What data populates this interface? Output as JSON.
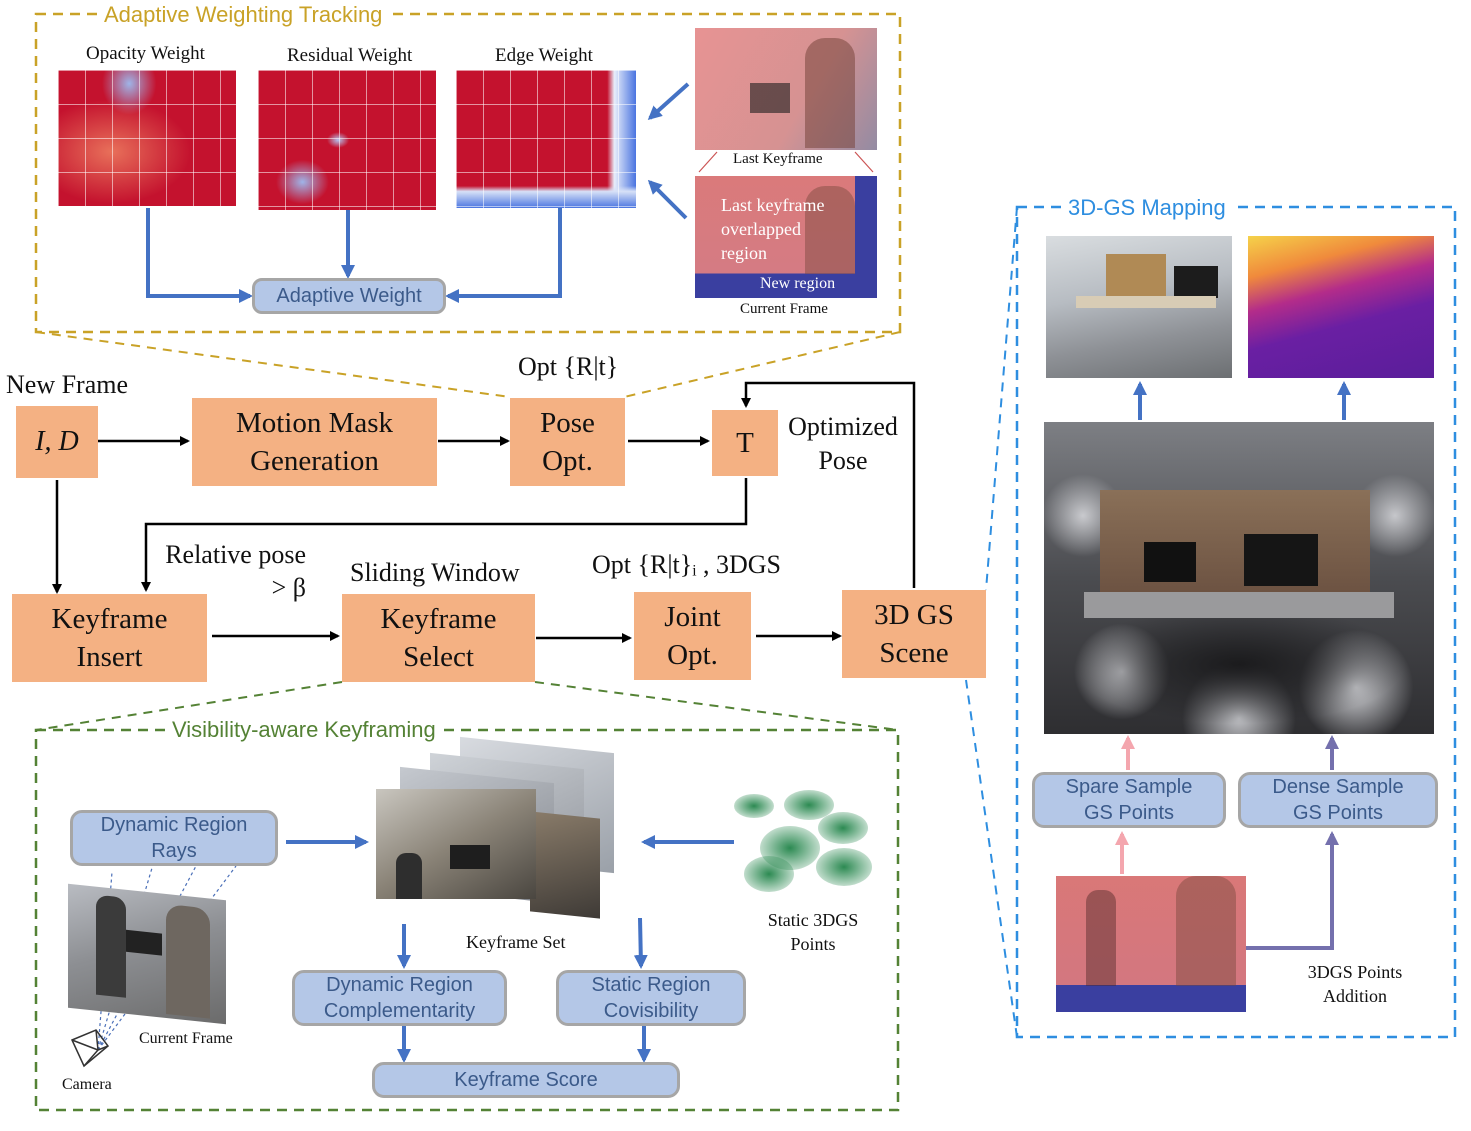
{
  "colors": {
    "orange_box": "#f4b183",
    "blue_box": "#b4c7e7",
    "blue_arrow": "#4472c4",
    "gold_dash": "#c9a227",
    "green_dash": "#548235",
    "sky_dash": "#2e8ee0",
    "pink_arrow": "#f4a6ae",
    "purple_arrow": "#7470ad"
  },
  "tracking": {
    "title": "Adaptive Weighting Tracking",
    "opacity_label": "Opacity Weight",
    "residual_label": "Residual Weight",
    "edge_label": "Edge Weight",
    "adaptive_weight": "Adaptive Weight",
    "last_keyframe_label": "Last Keyframe",
    "overlap_text": "Last keyframe\noverlapped\nregion",
    "new_region_text": "New region",
    "current_frame_label": "Current Frame"
  },
  "pipeline": {
    "new_frame": "New Frame",
    "input": "I, D",
    "motion_mask": "Motion Mask\nGeneration",
    "pose_opt": "Pose\nOpt.",
    "opt_rt": "Opt {R|t}",
    "t_box": "T",
    "optimized_pose": "Optimized\nPose",
    "relative_pose": "Relative pose\n> β",
    "sliding_window": "Sliding Window",
    "keyframe_insert": "Keyframe\nInsert",
    "keyframe_select": "Keyframe\nSelect",
    "opt_joint_label": "Opt {R|t}ᵢ , 3DGS",
    "joint_opt": "Joint\nOpt.",
    "scene": "3D GS\nScene"
  },
  "keyframing": {
    "title": "Visibility-aware Keyframing",
    "dynamic_rays": "Dynamic Region\nRays",
    "keyframe_set": "Keyframe Set",
    "static_points": "Static 3DGS\nPoints",
    "current_frame": "Current Frame",
    "camera": "Camera",
    "dyn_complement": "Dynamic Region\nComplementarity",
    "static_covis": "Static Region\nCovisibility",
    "keyframe_score": "Keyframe Score"
  },
  "mapping": {
    "title": "3D-GS Mapping",
    "spare_sample": "Spare Sample\nGS Points",
    "dense_sample": "Dense Sample\nGS Points",
    "points_addition": "3DGS Points\nAddition"
  }
}
